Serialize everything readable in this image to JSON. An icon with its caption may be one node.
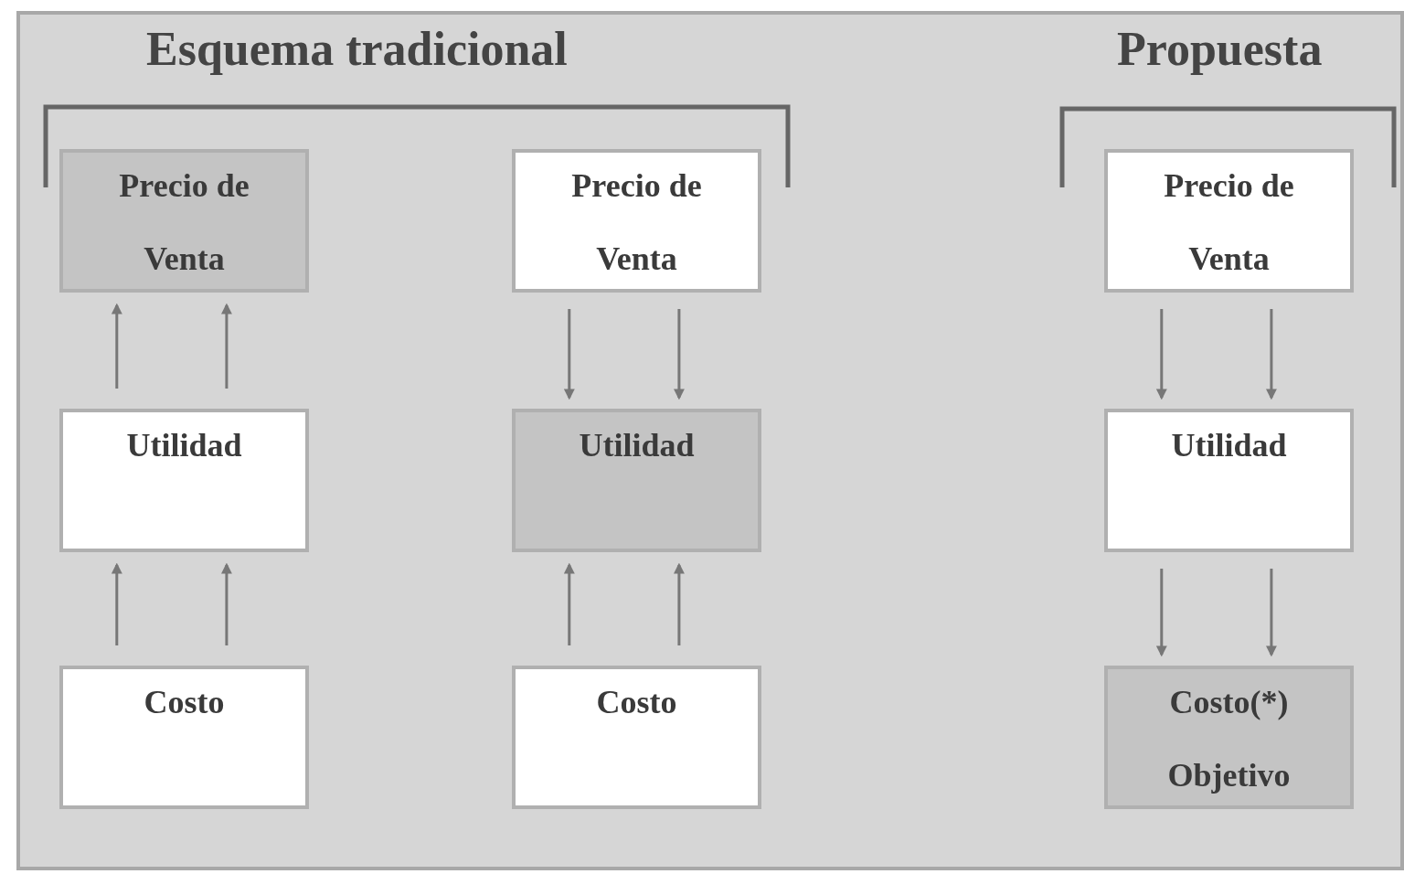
{
  "diagram": {
    "nodes": [
      {
        "text": [
          "Precio de Venta"
        ]
      },
      {
        "text": [
          "Precio de Venta"
        ]
      },
      {
        "text": [
          "Precio de Venta"
        ]
      },
      {
        "text": [
          "Utilidad"
        ]
      },
      {
        "text": [
          "Utilidad"
        ]
      },
      {
        "text": [
          "Utilidad"
        ]
      },
      {
        "text": [
          "Costo"
        ]
      },
      {
        "text": [
          "Costo"
        ]
      },
      {
        "text": [
          "Costo(*) Objetivo"
        ]
      }
    ],
    "edges": [
      {
        "from": 3,
        "to": 0,
        "arrow": "to"
      },
      {
        "from": 3,
        "to": 0,
        "arrow": "to"
      },
      {
        "from": 6,
        "to": 3,
        "arrow": "to"
      },
      {
        "from": 6,
        "to": 3,
        "arrow": "to"
      },
      {
        "from": 1,
        "to": 4,
        "arrow": "to"
      },
      {
        "from": 1,
        "to": 4,
        "arrow": "to"
      },
      {
        "from": 7,
        "to": 4,
        "arrow": "to"
      },
      {
        "from": 7,
        "to": 4,
        "arrow": "to"
      },
      {
        "from": 2,
        "to": 5,
        "arrow": "to"
      },
      {
        "from": 2,
        "to": 5,
        "arrow": "to"
      },
      {
        "from": 5,
        "to": 8,
        "arrow": "to"
      },
      {
        "from": 5,
        "to": 8,
        "arrow": "to"
      }
    ],
    "labels": [
      "Esquema tradicional",
      "Propuesta"
    ]
  }
}
